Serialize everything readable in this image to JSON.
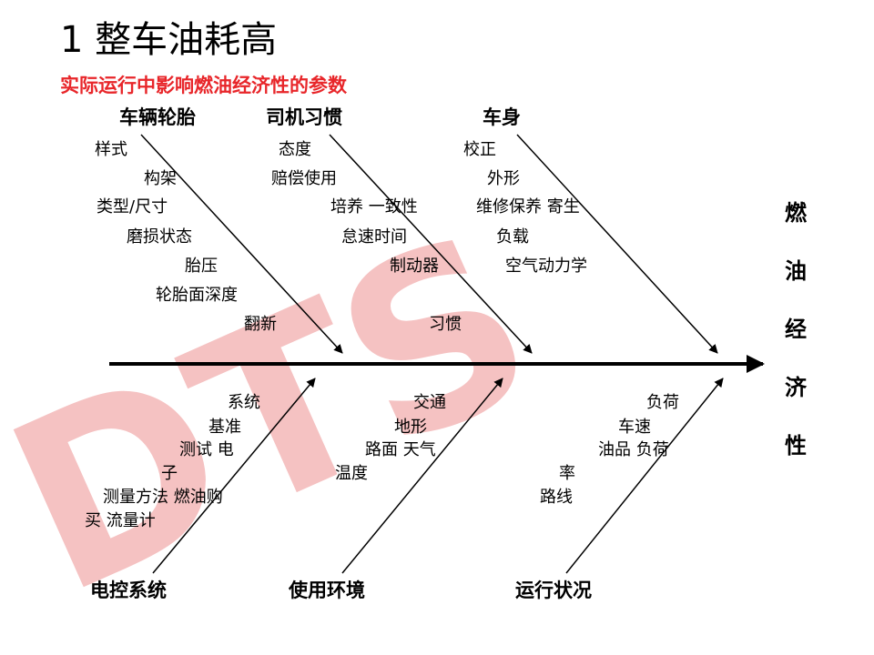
{
  "title": "1 整车油耗高",
  "subtitle": "实际运行中影响燃油经济性的参数",
  "watermark": {
    "text": "DTS",
    "color": "#f5c2c2"
  },
  "effect": {
    "chars": [
      "燃",
      "油",
      "经",
      "济",
      "性"
    ]
  },
  "categories": {
    "tires": {
      "label": "车辆轮胎",
      "factors": [
        "样式",
        "构架",
        "类型/尺寸",
        "磨损状态",
        "胎压",
        "轮胎面深度",
        "翻新"
      ]
    },
    "driver": {
      "label": "司机习惯",
      "factors": [
        "态度",
        "赔偿使用",
        "培养  一致性",
        "怠速时间",
        "制动器",
        "习惯"
      ]
    },
    "body": {
      "label": "车身",
      "factors": [
        "校正",
        "外形",
        "维修保养  寄生",
        "负载",
        "空气动力学"
      ]
    },
    "ecs": {
      "label": "电控系统",
      "factors": [
        "系统",
        "基准",
        "测试  电",
        "子",
        "测量方法  燃油购",
        "买  流量计"
      ]
    },
    "env": {
      "label": "使用环境",
      "factors": [
        "交通",
        "地形",
        "路面  天气",
        "温度"
      ]
    },
    "ops": {
      "label": "运行状况",
      "factors": [
        "负荷",
        "车速",
        "油品  负荷",
        "率",
        "路线"
      ]
    }
  }
}
